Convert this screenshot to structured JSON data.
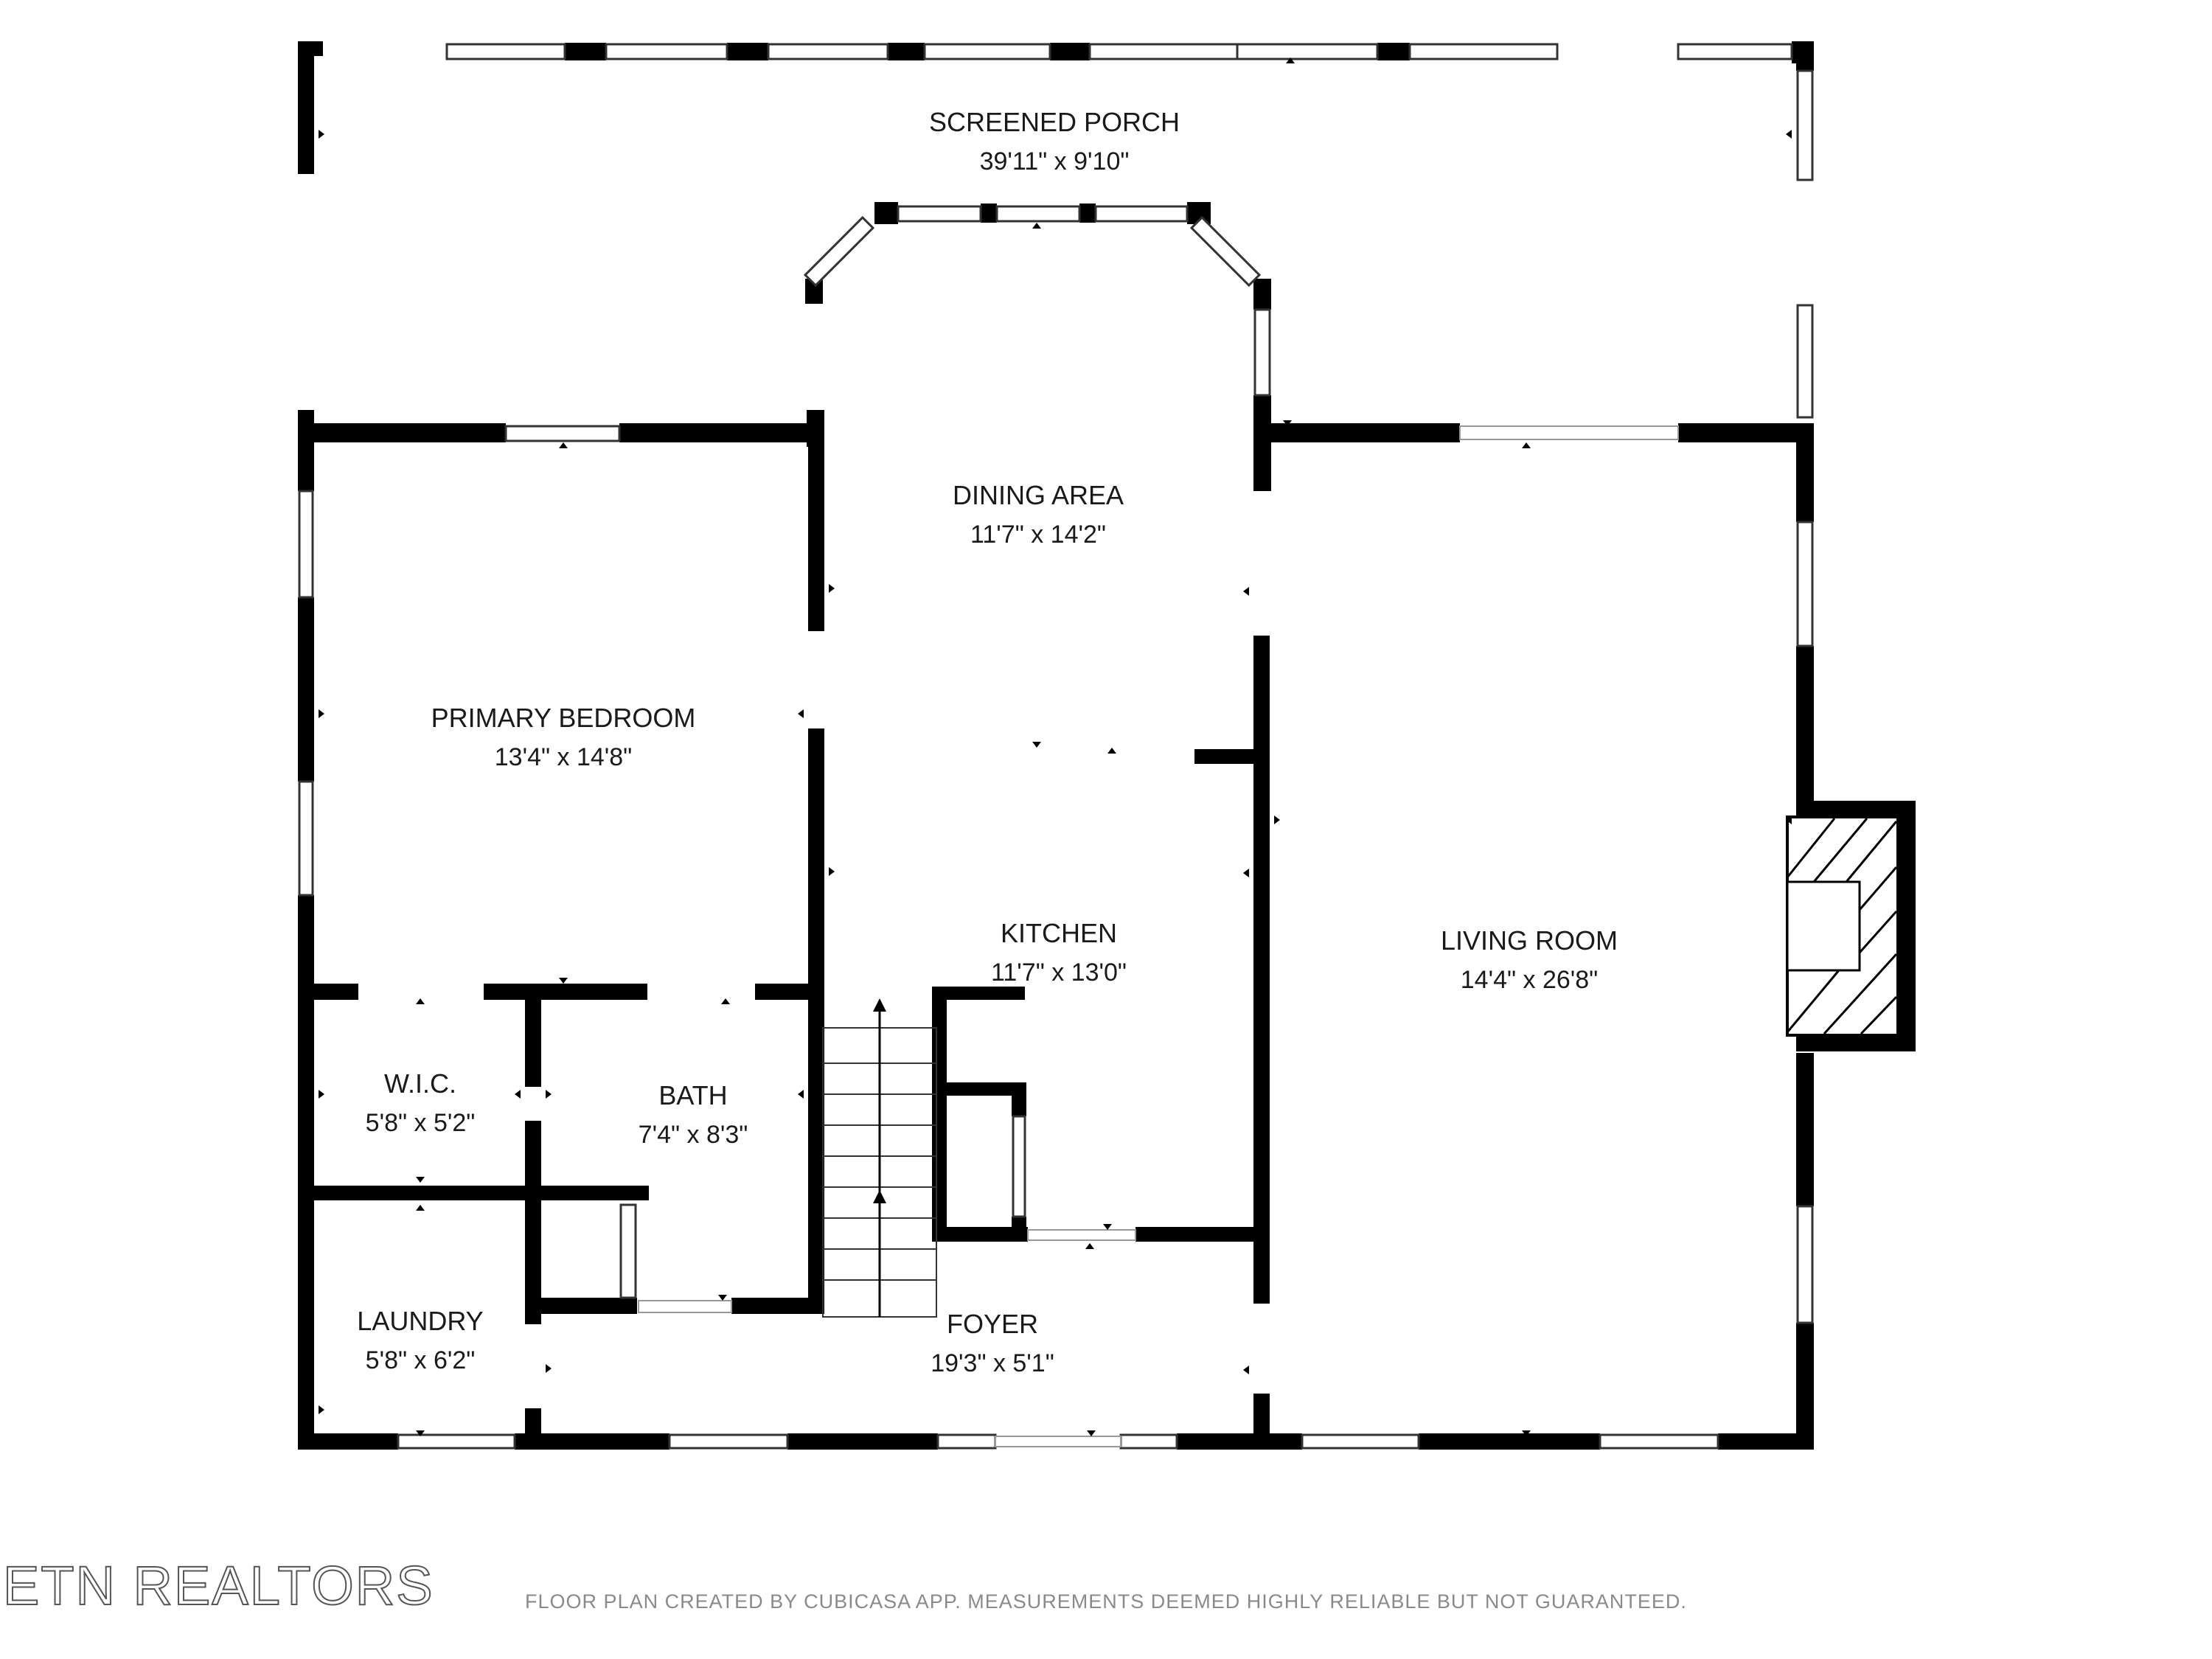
{
  "rooms": {
    "screened_porch": {
      "name": "SCREENED PORCH",
      "dims": "39'11\" x 9'10\""
    },
    "dining_area": {
      "name": "DINING AREA",
      "dims": "11'7\" x 14'2\""
    },
    "primary_bedroom": {
      "name": "PRIMARY BEDROOM",
      "dims": "13'4\" x 14'8\""
    },
    "kitchen": {
      "name": "KITCHEN",
      "dims": "11'7\" x 13'0\""
    },
    "living_room": {
      "name": "LIVING ROOM",
      "dims": "14'4\" x 26'8\""
    },
    "wic": {
      "name": "W.I.C.",
      "dims": "5'8\" x 5'2\""
    },
    "bath": {
      "name": "BATH",
      "dims": "7'4\" x 8'3\""
    },
    "laundry": {
      "name": "LAUNDRY",
      "dims": "5'8\" x 6'2\""
    },
    "foyer": {
      "name": "FOYER",
      "dims": "19'3\" x 5'1\""
    }
  },
  "watermark": "ETN REALTORS",
  "disclaimer": "FLOOR PLAN CREATED BY CUBICASA APP. MEASUREMENTS DEEMED HIGHLY RELIABLE BUT NOT GUARANTEED."
}
